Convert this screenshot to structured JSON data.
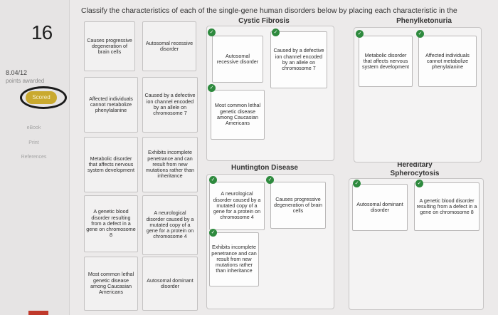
{
  "instructions": "Classify the characteristics of each of the single-gene human disorders below by placing each characteristic in the",
  "question_number": "16",
  "score": {
    "points": "8.04/12",
    "label": "points awarded",
    "status": "Scored"
  },
  "nav": {
    "ebook": "eBook",
    "print": "Print",
    "references": "References"
  },
  "icons": {
    "check": "check-icon"
  },
  "colors": {
    "check": "#2e8a3e",
    "scored": "#c9a92f"
  },
  "categories": {
    "cystic_fibrosis": {
      "title": "Cystic Fibrosis",
      "cards": [
        "Autosomal recessive disorder",
        "Caused by a defective ion channel encoded by an allele on chromosome 7",
        "Most common lethal genetic disease among Caucasian Americans"
      ]
    },
    "pku": {
      "title": "Phenylketonuria",
      "cards": [
        "Metabolic disorder that affects nervous system development",
        "Affected individuals cannot metabolize phenylalanine"
      ]
    },
    "huntington": {
      "title": "Huntington Disease",
      "cards": [
        "A neurological disorder caused by a mutated copy of a gene for a protein on chromosome 4",
        "Causes progressive degeneration of brain cells",
        "Exhibits incomplete penetrance and can result from new mutations rather than inheritance"
      ]
    },
    "spherocytosis": {
      "title": "Hereditary Spherocytosis",
      "cards": [
        "Autosomal dominant disorder",
        "A genetic blood disorder resulting from a defect in a gene on chromosome 8"
      ]
    }
  },
  "pool": [
    "Causes progressive degeneration of brain cells",
    "Autosomal recessive disorder",
    "Affected individuals cannot metabolize phenylalanine",
    "Caused by a defective ion channel encoded by an allele on chromosome 7",
    "Metabolic disorder that affects nervous system development",
    "Exhibits incomplete penetrance and can result from new mutations rather than inheritance",
    "A genetic blood disorder resulting from a defect in a gene on chromosome 8",
    "A neurological disorder caused by a mutated copy of a gene for a protein on chromosome 4",
    "Most common lethal genetic disease among Caucasian Americans",
    "Autosomal dominant disorder"
  ]
}
